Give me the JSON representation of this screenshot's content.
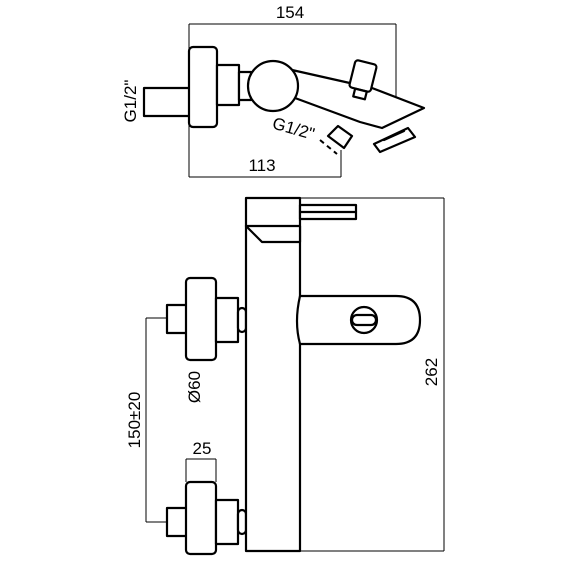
{
  "dimensions": {
    "top_width": "154",
    "spout_depth": "113",
    "inlet_thread_left": "G1/2\"",
    "outlet_thread": "G1/2\"",
    "total_height": "262",
    "inlet_spacing": "150±20",
    "inlet_diameter": "Ø60",
    "inlet_depth": "25"
  }
}
